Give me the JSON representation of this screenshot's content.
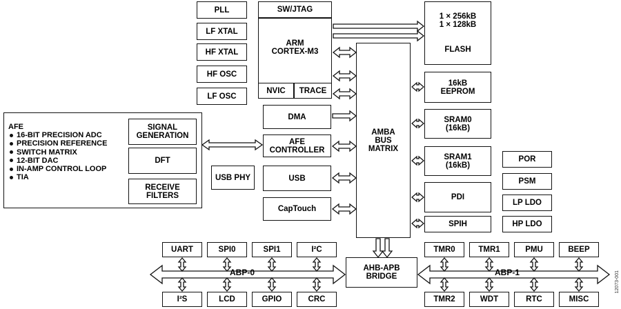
{
  "clocks": {
    "pll": "PLL",
    "lf_xtal": "LF XTAL",
    "hf_xtal": "HF XTAL",
    "hf_osc": "HF OSC",
    "lf_osc": "LF OSC"
  },
  "core": {
    "jtag": "SW/JTAG",
    "arm": "ARM\nCORTEX-M3",
    "nvic": "NVIC",
    "trace": "TRACE"
  },
  "afe": {
    "title": "AFE",
    "features": [
      "16-BIT PRECISION ADC",
      "PRECISION REFERENCE",
      "SWITCH MATRIX",
      "12-BIT DAC",
      "IN-AMP CONTROL LOOP",
      "TIA"
    ],
    "signal_generation": "SIGNAL\nGENERATION",
    "dft": "DFT",
    "receive_filters": "RECEIVE\nFILTERS"
  },
  "middle": {
    "dma": "DMA",
    "afe_controller": "AFE\nCONTROLLER",
    "usb_phy": "USB PHY",
    "usb": "USB",
    "captouch": "CapTouch"
  },
  "bus_matrix": "AMBA\nBUS\nMATRIX",
  "memory": {
    "flash": "1 × 256kB\n1 × 128kB\n\n\nFLASH",
    "eeprom": "16kB\nEEPROM",
    "sram0": "SRAM0\n(16kB)",
    "sram1": "SRAM1\n(16kB)",
    "pdi": "PDI",
    "spih": "SPIH"
  },
  "power": {
    "por": "POR",
    "psm": "PSM",
    "lp_ldo": "LP LDO",
    "hp_ldo": "HP LDO"
  },
  "bridge": "AHB-APB\nBRIDGE",
  "apb0": {
    "label": "ABP-0",
    "top": [
      "UART",
      "SPI0",
      "SPI1",
      "I²C"
    ],
    "bottom": [
      "I²S",
      "LCD",
      "GPIO",
      "CRC"
    ]
  },
  "apb1": {
    "label": "ABP-1",
    "top": [
      "TMR0",
      "TMR1",
      "PMU",
      "BEEP"
    ],
    "bottom": [
      "TMR2",
      "WDT",
      "RTC",
      "MISC"
    ]
  },
  "watermark": "12073-001"
}
